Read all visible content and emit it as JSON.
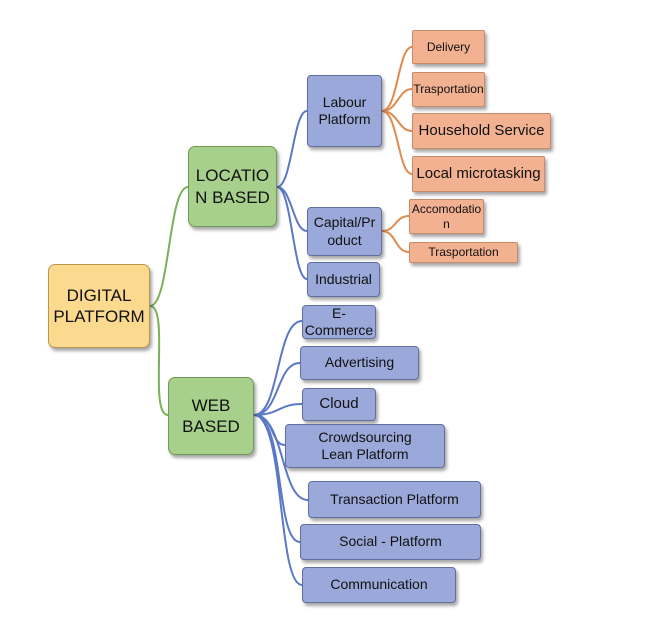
{
  "root": {
    "line1": "DIGITAL",
    "line2": "PLATFORM"
  },
  "location": {
    "line1": "LOCATIO",
    "line2": "N BASED",
    "labour": {
      "line1": "Labour",
      "line2": "Platform",
      "items": [
        "Delivery",
        "Trasportation",
        "Household Service",
        "Local microtasking"
      ]
    },
    "capital": {
      "line1": "Capital/Pr",
      "line2": "oduct",
      "items": [
        {
          "line1": "Accomodatio",
          "line2": "n"
        },
        {
          "line1": "Trasportation",
          "line2": ""
        }
      ]
    },
    "industrial": "Industrial"
  },
  "web": {
    "line1": "WEB",
    "line2": "BASED",
    "items": [
      {
        "line1": "E-",
        "line2": "Commerce"
      },
      {
        "line1": "Advertising",
        "line2": ""
      },
      {
        "line1": "Cloud",
        "line2": ""
      },
      {
        "line1": "Crowdsourcing",
        "line2": "Lean Platform"
      },
      {
        "line1": "Transaction Platform",
        "line2": ""
      },
      {
        "line1": "Social - Platform",
        "line2": ""
      },
      {
        "line1": "Communication",
        "line2": ""
      }
    ]
  },
  "colors": {
    "root_fill": "#fbd98f",
    "category_fill": "#a6d08c",
    "category_line": "#7ab05a",
    "sub_fill": "#9aa8da",
    "sub_line": "#5b78c6",
    "leaf_fill": "#f2b191",
    "leaf_line": "#e08a4e"
  }
}
